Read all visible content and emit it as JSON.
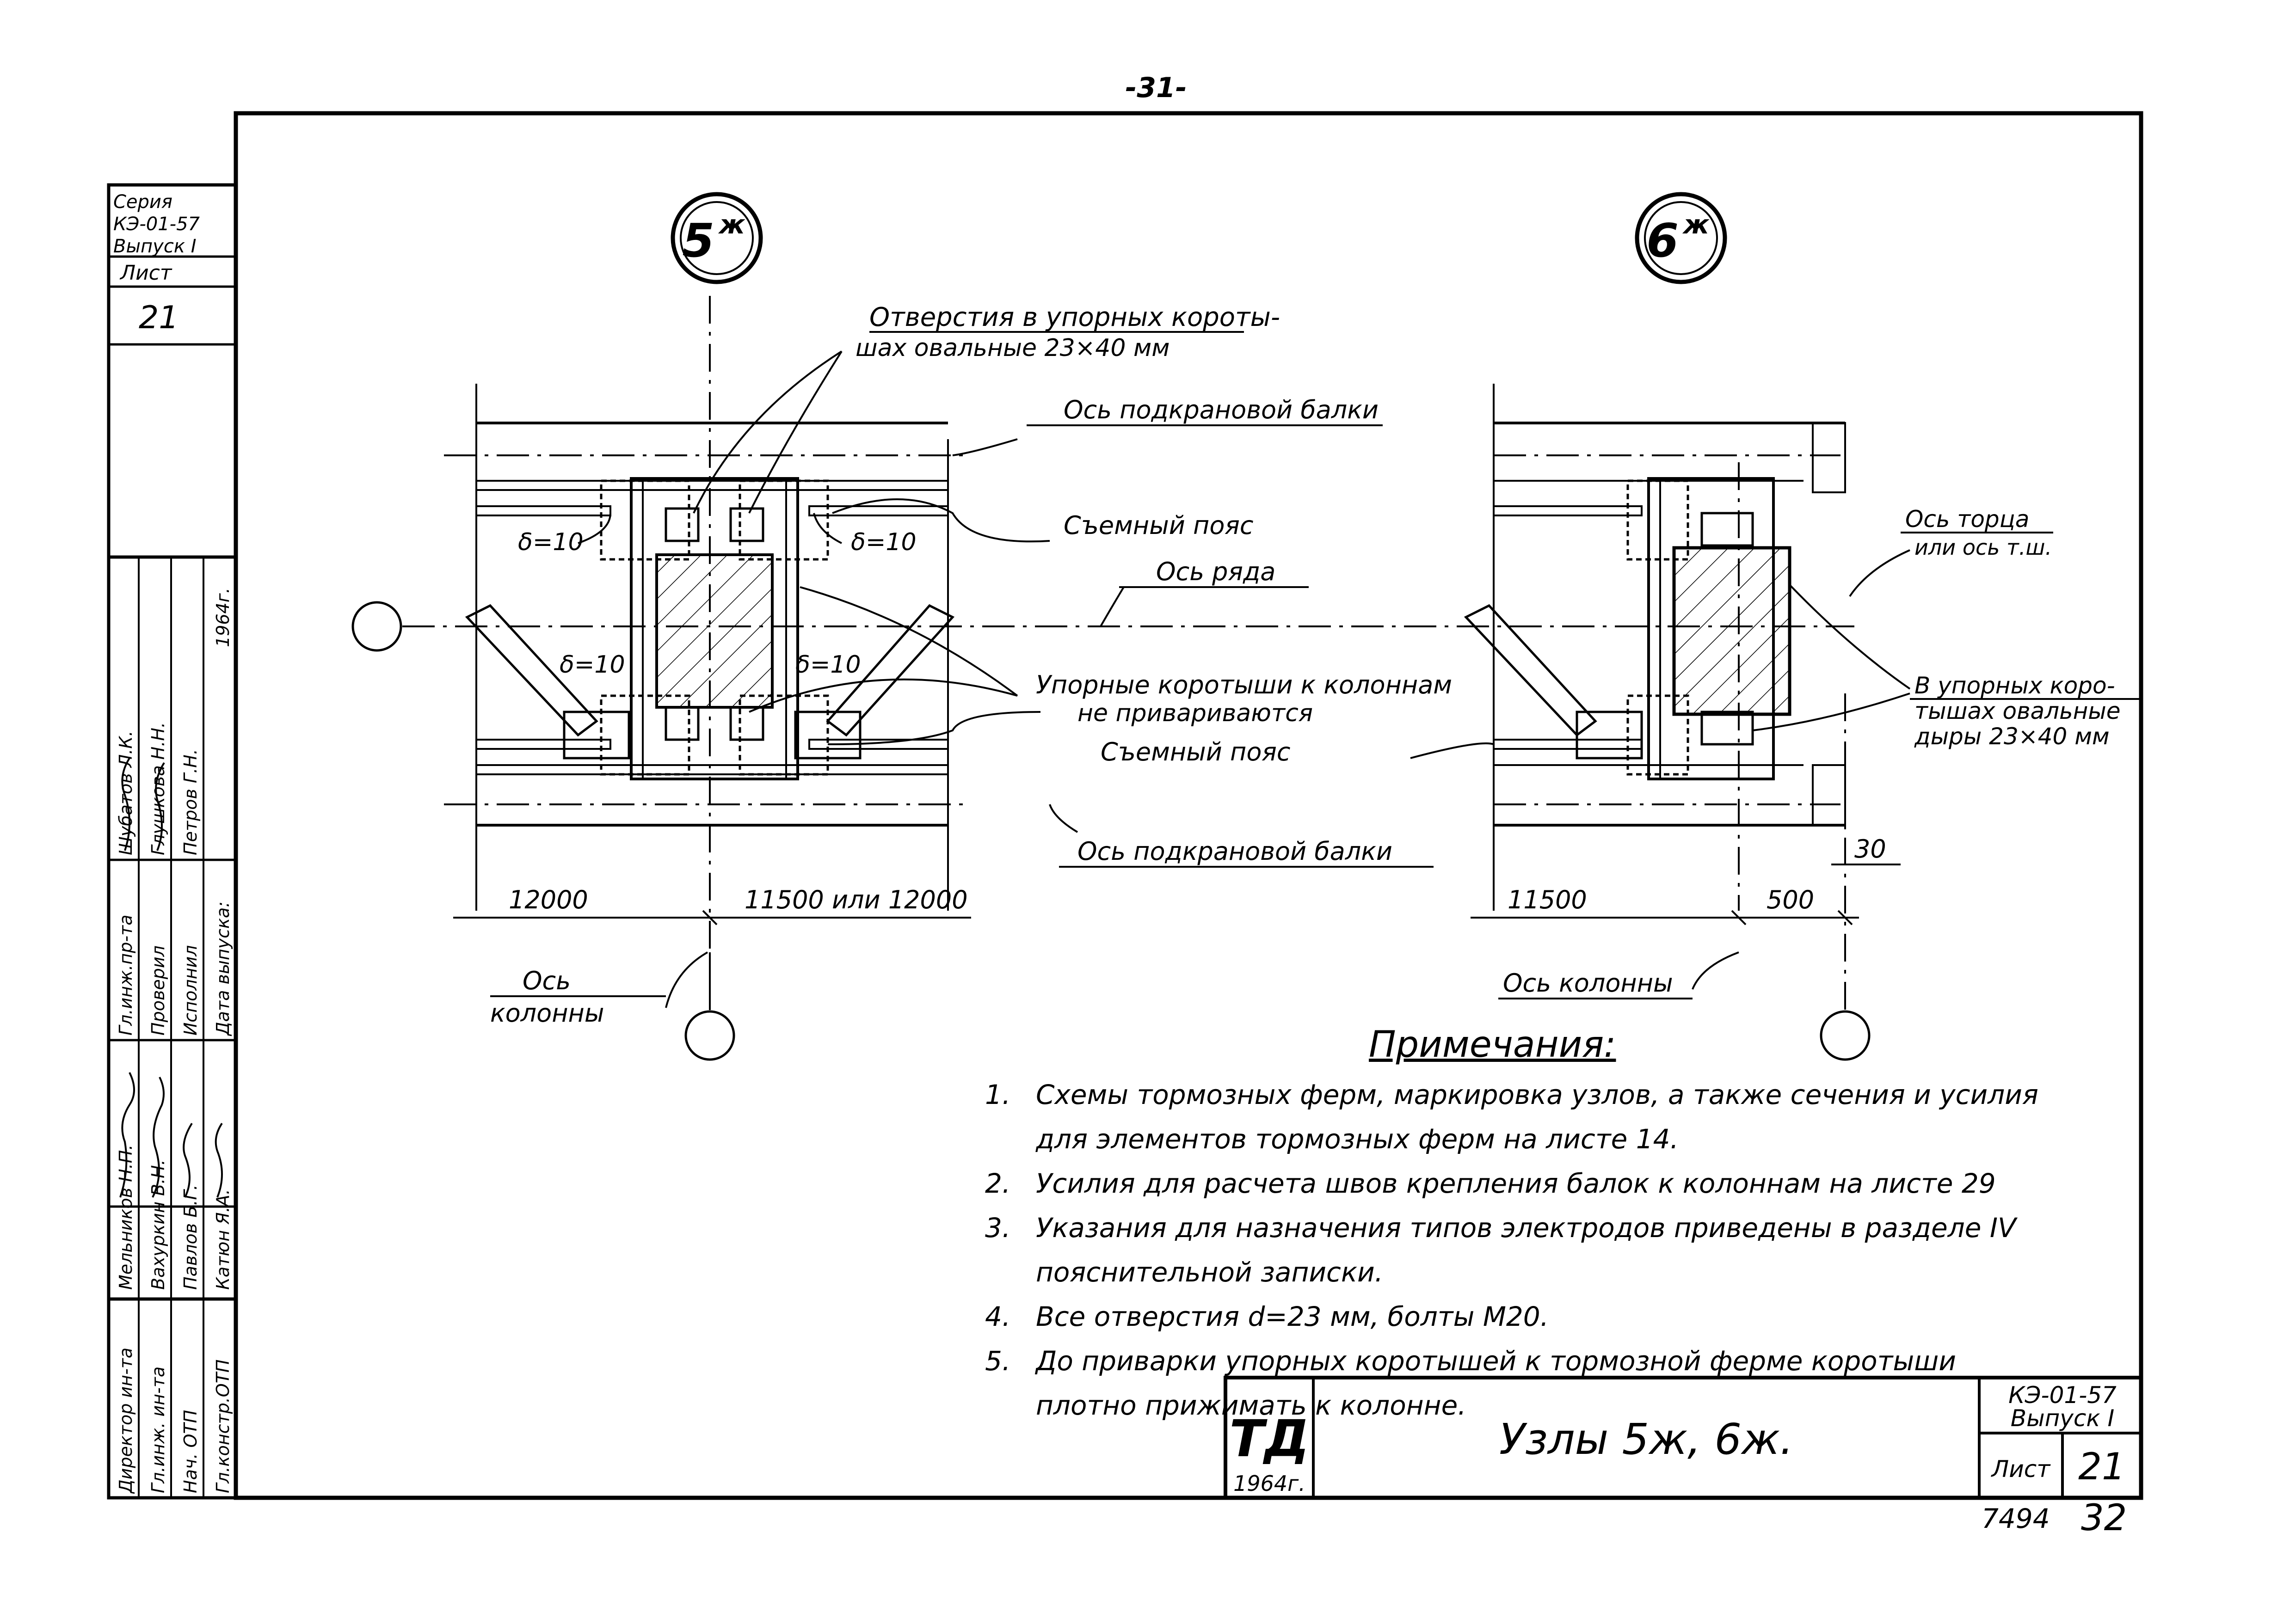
{
  "page_number": "-31-",
  "sidebar": {
    "series_label": "Серия",
    "series_code": "КЭ-01-57",
    "issue": "Выпуск I",
    "sheet_label": "Лист",
    "sheet_number": "21",
    "roles_left": [
      "Директор ин-та",
      "Гл.инж. ин-та",
      "Нач. ОТП",
      "Гл.констр.ОТП"
    ],
    "names_left": [
      "Мельников Н.П.",
      "Вахуркин В.Н.",
      "Павлов Б.Г.",
      "Катюн Я.А."
    ],
    "roles_right": [
      "Гл.инж.пр-та",
      "Проверил",
      "Исполнил",
      "Дата выпуска:"
    ],
    "names_right": [
      "Шубатов Л.К.",
      "Глушкова Н.Н.",
      "Петров Г.Н.",
      ""
    ],
    "year": "1964г."
  },
  "node_5": {
    "number": "5",
    "mark": "ж"
  },
  "node_6": {
    "number": "6",
    "mark": "ж"
  },
  "labels": {
    "holes_line1": "Отверстия в упорных короты-",
    "holes_line2": "шах овальные 23×40 мм",
    "crane_beam_axis_top": "Ось подкрановой балки",
    "removable_belt_1": "Съемный пояс",
    "row_axis": "Ось ряда",
    "stops_line1": "Упорные коротыши к колоннам",
    "stops_line2": "не привариваются",
    "removable_belt_2": "Съемный пояс",
    "crane_beam_axis_bottom": "Ось подкрановой балки",
    "end_axis_line1": "Ось торца",
    "end_axis_line2": "или ось т.ш.",
    "oval_holes_line1": "В упорных коро-",
    "oval_holes_line2": "тышах овальные",
    "oval_holes_line3": "дыры 23×40 мм",
    "delta_1": "δ=10",
    "delta_2": "δ=10",
    "delta_3": "δ=10",
    "delta_4": "δ=10",
    "column_axis_left_1": "Ось",
    "column_axis_left_2": "колонны",
    "column_axis_right": "Ось колонны"
  },
  "dimensions": {
    "d1": "12000",
    "d2": "11500 или 12000",
    "d3": "11500",
    "d4": "500",
    "d5": "30"
  },
  "notes": {
    "title": "Примечания:",
    "items": [
      {
        "num": "1.",
        "line1": "Схемы тормозных ферм, маркировка узлов, а также сечения и усилия",
        "line2": "для элементов тормозных ферм на листе 14."
      },
      {
        "num": "2.",
        "line1": "Усилия для расчета швов крепления балок к колоннам на листе 29",
        "line2": ""
      },
      {
        "num": "3.",
        "line1": "Указания для назначения типов электродов приведены в разделе IV",
        "line2": "пояснительной записки."
      },
      {
        "num": "4.",
        "line1": "Все отверстия d=23 мм, болты М20.",
        "line2": ""
      },
      {
        "num": "5.",
        "line1": "До приварки упорных коротышей к тормозной ферме коротыши",
        "line2": "плотно прижимать к колонне."
      }
    ]
  },
  "title_block": {
    "logo": "ТД",
    "logo_year": "1964г.",
    "title": "Узлы 5ж, 6ж.",
    "series_code": "КЭ-01-57",
    "issue": "Выпуск I",
    "sheet_label": "Лист",
    "sheet_number": "21",
    "archive_number": "7494",
    "page": "32"
  }
}
